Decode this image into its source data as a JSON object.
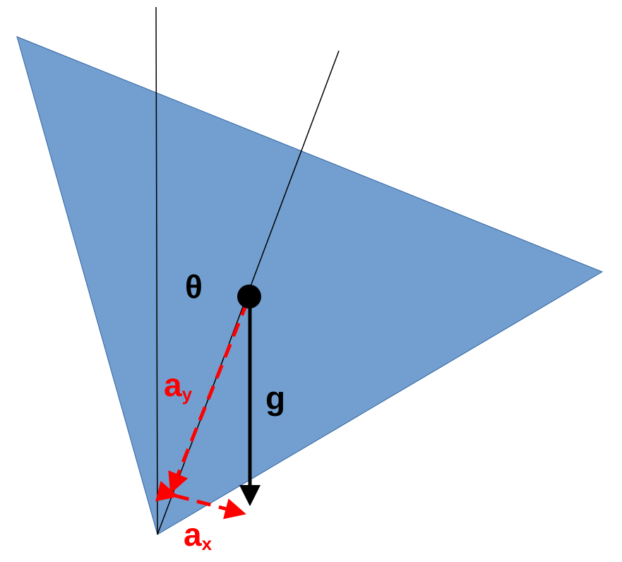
{
  "diagram": {
    "labels": {
      "angle": "θ",
      "gravity": "g",
      "accel_y_base": "a",
      "accel_y_sub": "y",
      "accel_x_base": "a",
      "accel_x_sub": "x"
    },
    "colors": {
      "triangle_fill": "#729fcf",
      "triangle_stroke": "#3465a4",
      "lines": "#000000",
      "components": "#ff0000",
      "gravity_arrow": "#000000",
      "mass": "#000000"
    }
  }
}
